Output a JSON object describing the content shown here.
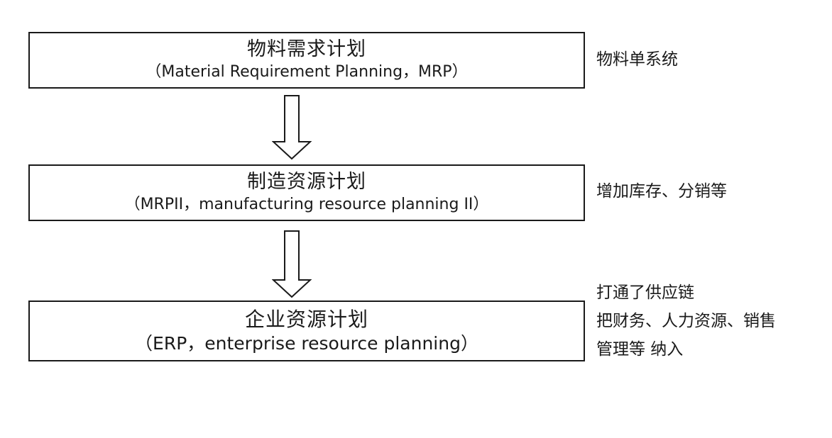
{
  "stages": [
    {
      "title": "物料需求计划",
      "subtitle": "（Material Requirement Planning，MRP）",
      "note_lines": [
        "物料单系统"
      ]
    },
    {
      "title": "制造资源计划",
      "subtitle": "（MRPII，manufacturing resource planning II）",
      "note_lines": [
        "增加库存、分销等"
      ]
    },
    {
      "title": "企业资源计划",
      "subtitle": "（ERP，enterprise resource planning）",
      "note_lines": [
        "打通了供应链",
        "把财务、人力资源、销售",
        "管理等 纳入"
      ]
    }
  ],
  "colors": {
    "stroke": "#1a1a1a",
    "background": "#ffffff"
  },
  "icons": {
    "connector": "down-arrow-icon"
  }
}
